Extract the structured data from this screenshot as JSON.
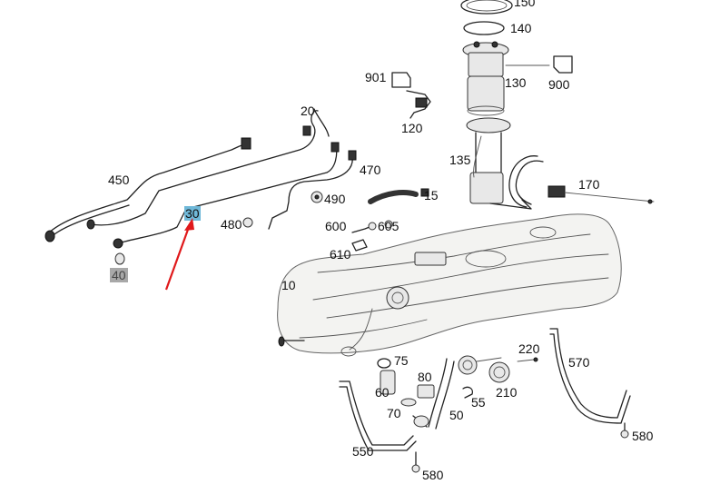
{
  "diagram": {
    "parts": [
      {
        "id": "150"
      },
      {
        "id": "140"
      },
      {
        "id": "130"
      },
      {
        "id": "900"
      },
      {
        "id": "901"
      },
      {
        "id": "120"
      },
      {
        "id": "135"
      },
      {
        "id": "170"
      },
      {
        "id": "20"
      },
      {
        "id": "450"
      },
      {
        "id": "470"
      },
      {
        "id": "490"
      },
      {
        "id": "15"
      },
      {
        "id": "30"
      },
      {
        "id": "480"
      },
      {
        "id": "600"
      },
      {
        "id": "605"
      },
      {
        "id": "610"
      },
      {
        "id": "40"
      },
      {
        "id": "10"
      },
      {
        "id": "75"
      },
      {
        "id": "80"
      },
      {
        "id": "60"
      },
      {
        "id": "70"
      },
      {
        "id": "50"
      },
      {
        "id": "55"
      },
      {
        "id": "210"
      },
      {
        "id": "220"
      },
      {
        "id": "570"
      },
      {
        "id": "580"
      },
      {
        "id": "550"
      },
      {
        "id": "580"
      }
    ],
    "highlighted_part": "30",
    "highlight_color": "#6fb8d8",
    "dimmed_part": "40",
    "dimmed_color": "#a8a8a8",
    "arrow_color": "#e0191b"
  }
}
